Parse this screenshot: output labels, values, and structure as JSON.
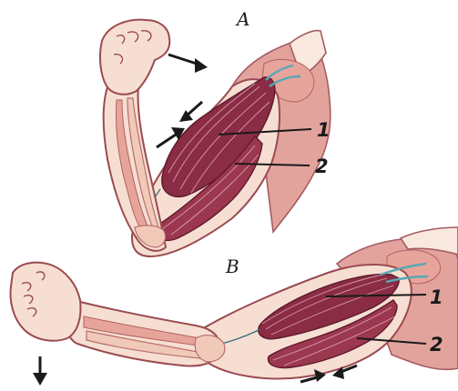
{
  "figure": {
    "panels": [
      {
        "label": "A",
        "callouts": [
          "1",
          "2"
        ]
      },
      {
        "label": "B",
        "callouts": [
          "1",
          "2"
        ]
      }
    ]
  }
}
